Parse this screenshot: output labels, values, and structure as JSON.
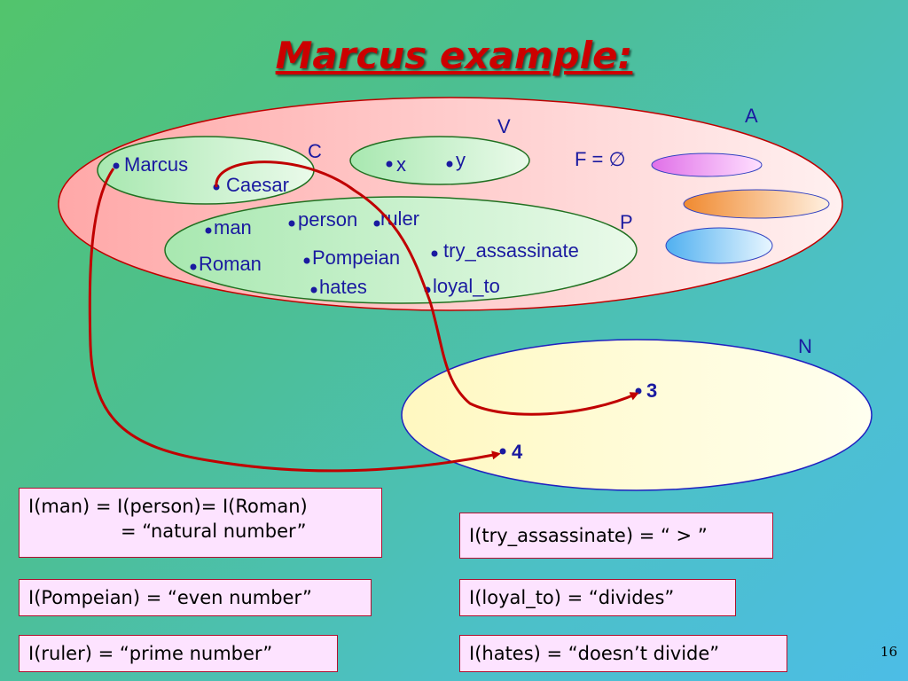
{
  "title": "Marcus example:",
  "page_number": "16",
  "labels": {
    "A": "A",
    "V": "V",
    "C": "C",
    "P": "P",
    "N": "N",
    "F": "F = ∅"
  },
  "constants": [
    "Marcus",
    "Caesar"
  ],
  "variables": [
    "x",
    "y"
  ],
  "predicates": [
    "man",
    "person",
    "ruler",
    "Roman",
    "Pompeian",
    "try_assassinate",
    "hates",
    "loyal_to"
  ],
  "domain_elements": [
    "3",
    "4"
  ],
  "boxes": {
    "man_line1": "I(man) = I(person)= I(Roman)",
    "man_line2": "= “natural number”",
    "pompeian": "I(Pompeian) = “even number”",
    "ruler": "I(ruler) = “prime number”",
    "try_assassinate": "I(try_assassinate) = “ > ”",
    "loyal_to": "I(loyal_to) = “divides”",
    "hates": "I(hates) = “doesn’t divide”"
  },
  "colors": {
    "title": "#cc0000",
    "arrow": "#c00000",
    "label_blue": "#1a1aa0",
    "set_A_fill": "#ffb0b0",
    "set_N_fill": "#fff7a0",
    "set_green_fill": "#c8f0c8",
    "ellipse_magenta": "#ee88ee",
    "ellipse_orange": "#f5a050",
    "ellipse_blue": "#80c8f8"
  }
}
